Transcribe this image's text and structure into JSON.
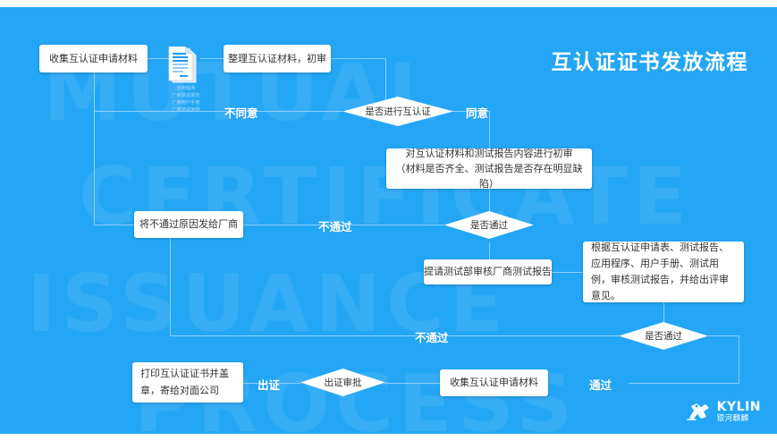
{
  "title": "互认证证书发放流程",
  "theme": {
    "background": "#23a6f5",
    "box_fill": "#ffffff",
    "line": "#8ccffb",
    "text": "#333333",
    "label_text": "#ffffff"
  },
  "watermarks": [
    "MUTUAL",
    "CERTIFICATE",
    "ISSUANCE",
    "PROCESS"
  ],
  "document_icon": {
    "name": "document-icon",
    "caption": "应用程序\n厂商测试报告\n厂商用户手册\n厂商测试用例"
  },
  "nodes": {
    "collect_materials": "收集互认证申请材料",
    "organize_materials": "整理互认证材料，初审",
    "decide_mutual_cert": "是否进行互认证",
    "preliminary_review": "对互认证材料和测试报告内容进行初审\n（材料是否齐全、测试报告是否存在明显缺陷）",
    "send_fail_reason": "将不通过原因发给厂商",
    "decide_pass_1": "是否通过",
    "request_test_dept": "提请测试部审核厂商测试报告",
    "review_detail": "根据互认证申请表、测试报告、应用程序、用户手册、测试用例，审核测试报告，并给出评审意见。",
    "decide_pass_2": "是否通过",
    "collect_materials_2": "收集互认证申请材料",
    "cert_approval": "出证审批",
    "print_and_mail": "打印互认证证书并盖章，寄给对面公司"
  },
  "edge_labels": {
    "disagree": "不同意",
    "agree": "同意",
    "fail_1": "不通过",
    "fail_2": "不通过",
    "pass": "通过",
    "issue_cert": "出证"
  },
  "logo": {
    "en": "KYLIN",
    "cn": "银河麒麟",
    "mark": "kylin-logo-icon"
  }
}
